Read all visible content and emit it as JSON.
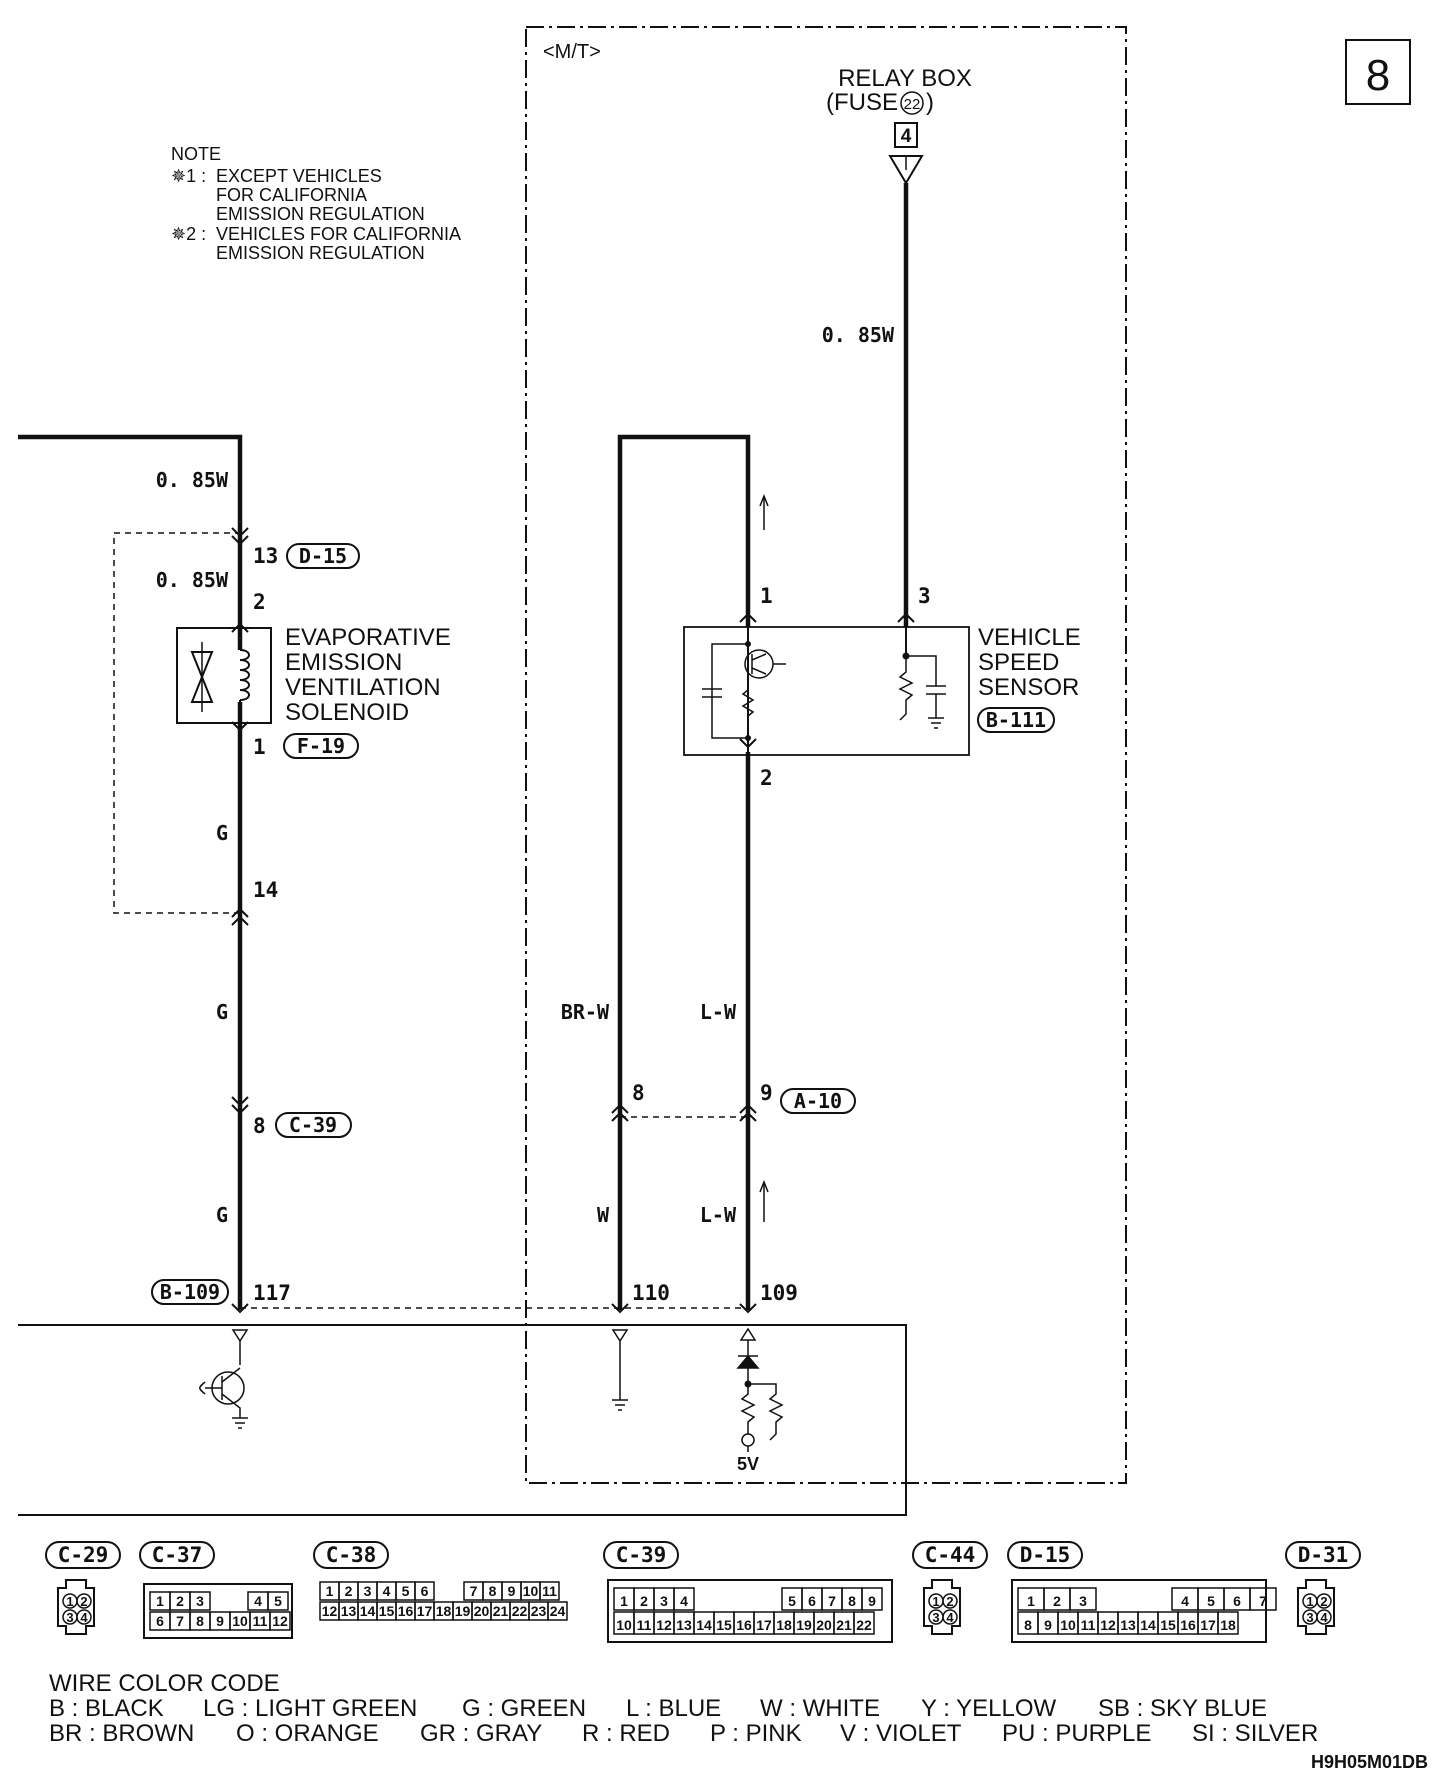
{
  "page_number": "8",
  "note": {
    "heading": "NOTE",
    "n1_mark": "✵1 :",
    "n1_l1": "EXCEPT VEHICLES",
    "n1_l2": "FOR CALIFORNIA",
    "n1_l3": "EMISSION REGULATION",
    "n2_mark": "✵2 :",
    "n2_l1": "VEHICLES FOR CALIFORNIA",
    "n2_l2": "EMISSION REGULATION"
  },
  "mt_box_label": "<M/T>",
  "relay_box": {
    "line1": "RELAY BOX",
    "line2a": "(FUSE",
    "fuse_no": "22",
    "line2b": ")",
    "pin": "4"
  },
  "wire_labels": {
    "relay_wire": "0. 85W",
    "left_top": "0. 85W",
    "left_mid": "0. 85W",
    "left_g1": "G",
    "left_g2": "G",
    "left_g3": "G",
    "mid_brw": "BR-W",
    "mid_lw1": "L-W",
    "mid_w": "W",
    "mid_lw2": "L-W"
  },
  "pins": {
    "p13": "13",
    "p2": "2",
    "p1": "1",
    "p14": "14",
    "p8c39": "8",
    "p117": "117",
    "vss1": "1",
    "vss3": "3",
    "vss2": "2",
    "p8a10": "8",
    "p9a10": "9",
    "p110": "110",
    "p109": "109"
  },
  "connectors": {
    "d15": "D-15",
    "f19": "F-19",
    "c39": "C-39",
    "b109": "B-109",
    "b111": "B-111",
    "a10": "A-10"
  },
  "components": {
    "evap": [
      "EVAPORATIVE",
      "EMISSION",
      "VENTILATION",
      "SOLENOID"
    ],
    "vss": [
      "VEHICLE",
      "SPEED",
      "SENSOR"
    ],
    "five_v": "5V"
  },
  "connector_views": {
    "c29": {
      "name": "C-29",
      "pins": [
        "1",
        "2",
        "3",
        "4"
      ]
    },
    "c37": {
      "name": "C-37",
      "row1": [
        "1",
        "2",
        "3",
        "4",
        "5"
      ],
      "row2": [
        "6",
        "7",
        "8",
        "9",
        "10",
        "11",
        "12"
      ]
    },
    "c38": {
      "name": "C-38",
      "row1": [
        "1",
        "2",
        "3",
        "4",
        "5",
        "6",
        "7",
        "8",
        "9",
        "10",
        "11"
      ],
      "row2": [
        "12",
        "13",
        "14",
        "15",
        "16",
        "17",
        "18",
        "19",
        "20",
        "21",
        "22",
        "23",
        "24"
      ]
    },
    "c39": {
      "name": "C-39",
      "row1": [
        "1",
        "2",
        "3",
        "4",
        "5",
        "6",
        "7",
        "8",
        "9"
      ],
      "row2": [
        "10",
        "11",
        "12",
        "13",
        "14",
        "15",
        "16",
        "17",
        "18",
        "19",
        "20",
        "21",
        "22"
      ]
    },
    "c44": {
      "name": "C-44",
      "pins": [
        "1",
        "2",
        "3",
        "4"
      ]
    },
    "d15": {
      "name": "D-15",
      "row1": [
        "1",
        "2",
        "3",
        "4",
        "5",
        "6",
        "7"
      ],
      "row2": [
        "8",
        "9",
        "10",
        "11",
        "12",
        "13",
        "14",
        "15",
        "16",
        "17",
        "18"
      ]
    },
    "d31": {
      "name": "D-31",
      "pins": [
        "1",
        "2",
        "3",
        "4"
      ]
    }
  },
  "wire_color_code": {
    "title": "WIRE COLOR CODE",
    "row1": [
      "B : BLACK",
      "LG : LIGHT GREEN",
      "G : GREEN",
      "L : BLUE",
      "W : WHITE",
      "Y : YELLOW",
      "SB : SKY BLUE"
    ],
    "row2": [
      "BR : BROWN",
      "O : ORANGE",
      "GR : GRAY",
      "R : RED",
      "P : PINK",
      "V : VIOLET",
      "PU : PURPLE",
      "SI : SILVER"
    ]
  },
  "drawing_code": "H9H05M01DB"
}
